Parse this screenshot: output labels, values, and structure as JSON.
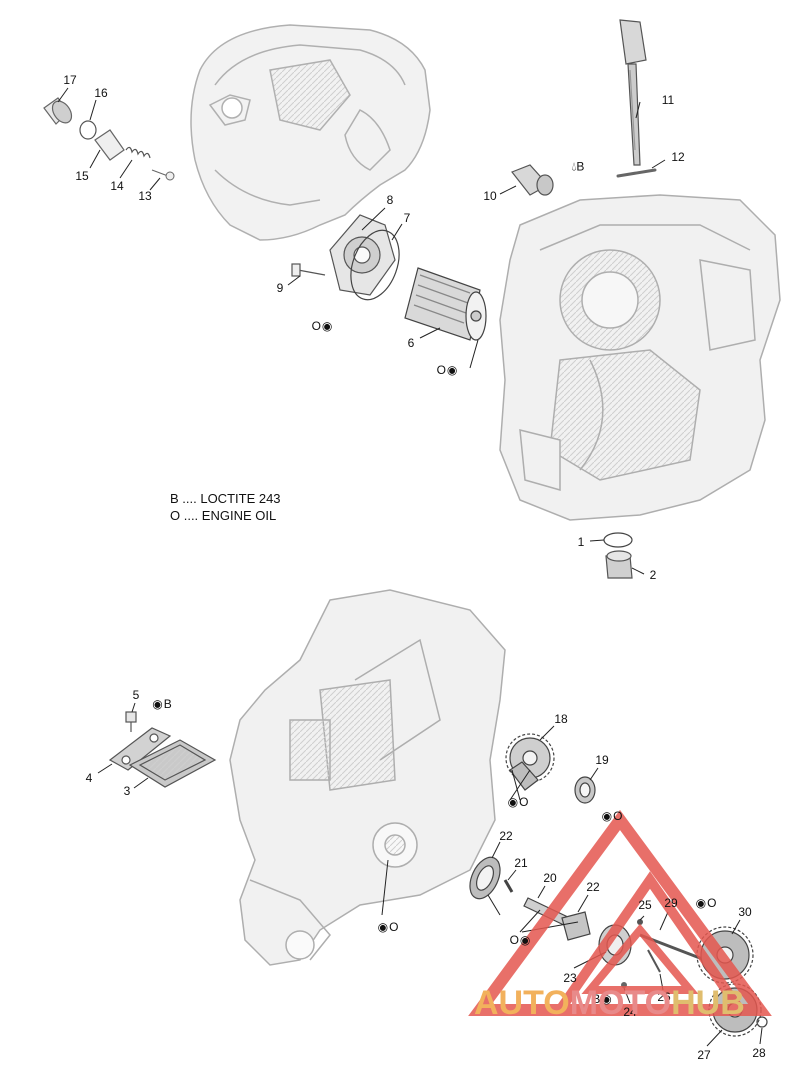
{
  "legend": {
    "loctite": "B .... LOCTITE 243",
    "engine_oil": "O .... ENGINE OIL"
  },
  "callouts": [
    {
      "id": "p1",
      "label": "1"
    },
    {
      "id": "p2",
      "label": "2"
    },
    {
      "id": "p3",
      "label": "3"
    },
    {
      "id": "p4",
      "label": "4"
    },
    {
      "id": "p5",
      "label": "5"
    },
    {
      "id": "p6",
      "label": "6"
    },
    {
      "id": "p7",
      "label": "7"
    },
    {
      "id": "p8",
      "label": "8"
    },
    {
      "id": "p9",
      "label": "9"
    },
    {
      "id": "p10",
      "label": "10"
    },
    {
      "id": "p11",
      "label": "11"
    },
    {
      "id": "p12",
      "label": "12"
    },
    {
      "id": "p13",
      "label": "13"
    },
    {
      "id": "p14",
      "label": "14"
    },
    {
      "id": "p15",
      "label": "15"
    },
    {
      "id": "p16",
      "label": "16"
    },
    {
      "id": "p17",
      "label": "17"
    },
    {
      "id": "p18",
      "label": "18"
    },
    {
      "id": "p19",
      "label": "19"
    },
    {
      "id": "p20",
      "label": "20"
    },
    {
      "id": "p21",
      "label": "21"
    },
    {
      "id": "p22a",
      "label": "22"
    },
    {
      "id": "p22b",
      "label": "22"
    },
    {
      "id": "p23",
      "label": "23"
    },
    {
      "id": "p24",
      "label": "24"
    },
    {
      "id": "p25",
      "label": "25"
    },
    {
      "id": "p26",
      "label": "26"
    },
    {
      "id": "p27",
      "label": "27"
    },
    {
      "id": "p28",
      "label": "28"
    },
    {
      "id": "p29",
      "label": "29"
    },
    {
      "id": "p30",
      "label": "30"
    }
  ],
  "markers": {
    "b": "B",
    "o": "O"
  },
  "watermark": {
    "part1": "AUTO",
    "part2": "MOTO",
    "part3": "HUB"
  },
  "colors": {
    "line": "#222222",
    "part_fill": "#efefef",
    "part_stroke": "#9a9a9a",
    "watermark_red": "#e4574f",
    "watermark_orange": "#f2a74a"
  }
}
